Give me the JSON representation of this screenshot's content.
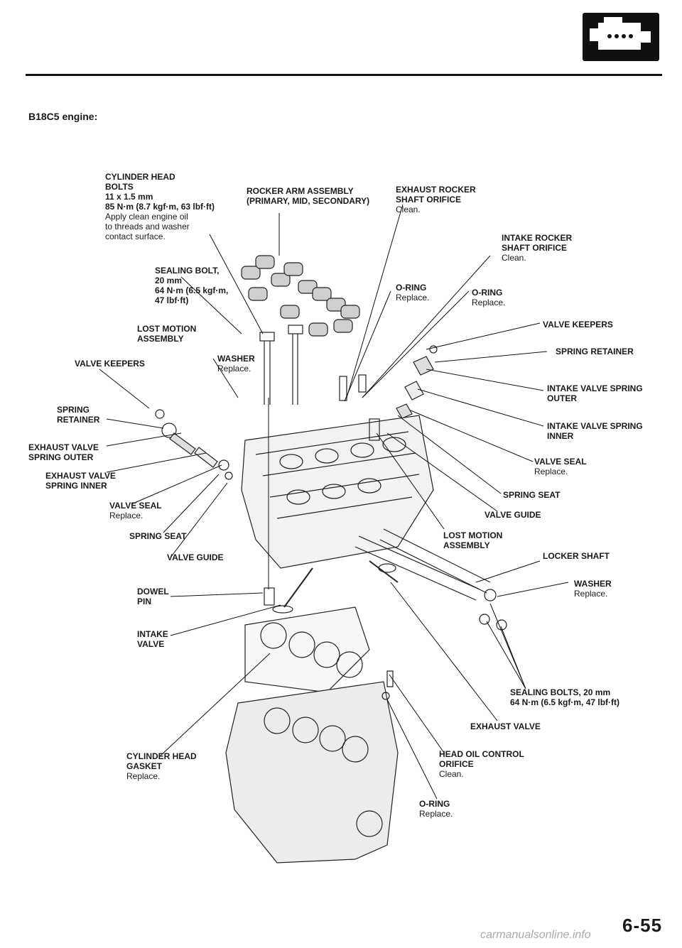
{
  "heading": "B18C5 engine:",
  "page_number": "6-55",
  "watermark": "carmanualsonline.info",
  "labels": {
    "cyl_head_bolts": [
      "CYLINDER HEAD",
      "BOLTS",
      "11 x 1.5 mm",
      "85 N·m (8.7 kgf·m, 63 lbf·ft)"
    ],
    "cyl_head_bolts_note": [
      "Apply clean engine oil",
      "to threads and washer",
      "contact surface."
    ],
    "rocker_arm": [
      "ROCKER ARM ASSEMBLY",
      "(PRIMARY, MID, SECONDARY)"
    ],
    "exhaust_orifice": [
      "EXHAUST ROCKER",
      "SHAFT ORIFICE"
    ],
    "exhaust_orifice_note": "Clean.",
    "intake_orifice": [
      "INTAKE ROCKER",
      "SHAFT ORIFICE"
    ],
    "intake_orifice_note": "Clean.",
    "sealing_bolt": [
      "SEALING BOLT,",
      "20 mm",
      "64 N·m (6.5 kgf·m,",
      "47 lbf·ft)"
    ],
    "oring1": "O-RING",
    "oring1_note": "Replace.",
    "oring2": "O-RING",
    "oring2_note": "Replace.",
    "valve_keepers_r": "VALVE KEEPERS",
    "lost_motion_l": [
      "LOST MOTION",
      "ASSEMBLY"
    ],
    "spring_retainer_r": "SPRING RETAINER",
    "valve_keepers_l": "VALVE KEEPERS",
    "washer1": "WASHER",
    "washer1_note": "Replace.",
    "intake_outer": [
      "INTAKE VALVE SPRING",
      "OUTER"
    ],
    "spring_retainer_l": [
      "SPRING",
      "RETAINER"
    ],
    "intake_inner": [
      "INTAKE VALVE SPRING",
      "INNER"
    ],
    "exhaust_outer": [
      "EXHAUST VALVE",
      "SPRING OUTER"
    ],
    "valve_seal_r": "VALVE SEAL",
    "valve_seal_r_note": "Replace.",
    "exhaust_inner": [
      "EXHAUST VALVE",
      "SPRING INNER"
    ],
    "spring_seat_r": "SPRING SEAT",
    "valve_seal_l": "VALVE SEAL",
    "valve_seal_l_note": "Replace.",
    "valve_guide_r": "VALVE GUIDE",
    "spring_seat_l": "SPRING SEAT",
    "lost_motion_r": [
      "LOST MOTION",
      "ASSEMBLY"
    ],
    "valve_guide_l": "VALVE GUIDE",
    "locker_shaft": "LOCKER SHAFT",
    "dowel_pin": [
      "DOWEL",
      "PIN"
    ],
    "washer2": "WASHER",
    "washer2_note": "Replace.",
    "intake_valve": [
      "INTAKE",
      "VALVE"
    ],
    "sealing_bolts": [
      "SEALING BOLTS, 20 mm",
      "64 N·m (6.5 kgf·m, 47 lbf·ft)"
    ],
    "exhaust_valve": "EXHAUST VALVE",
    "cyl_head_gasket": [
      "CYLINDER HEAD",
      "GASKET"
    ],
    "cyl_head_gasket_note": "Replace.",
    "head_oil_orifice": [
      "HEAD OIL CONTROL",
      "ORIFICE"
    ],
    "head_oil_orifice_note": "Clean.",
    "oring3": "O-RING",
    "oring3_note": "Replace."
  }
}
